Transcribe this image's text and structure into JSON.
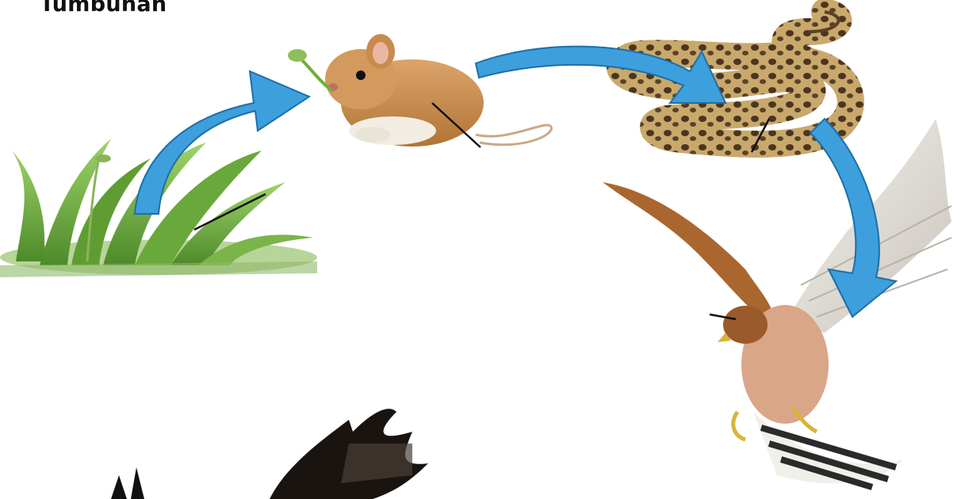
{
  "title": "Tumbuhan",
  "food_chain": [
    {
      "organism": "tumbuhan",
      "icon": "grass-icon"
    },
    {
      "organism": "tikus",
      "icon": "mouse-icon"
    },
    {
      "organism": "ular",
      "icon": "snake-icon"
    },
    {
      "organism": "elang",
      "icon": "hawk-icon"
    }
  ],
  "colors": {
    "arrow_fill": "#3d9fdc",
    "arrow_stroke": "#1d6fa8",
    "grass": "#6fae3a",
    "mouse": "#c98a4b",
    "snake": "#8e7044",
    "hawk": "#9a5a2c",
    "pointer_line": "#111111"
  }
}
